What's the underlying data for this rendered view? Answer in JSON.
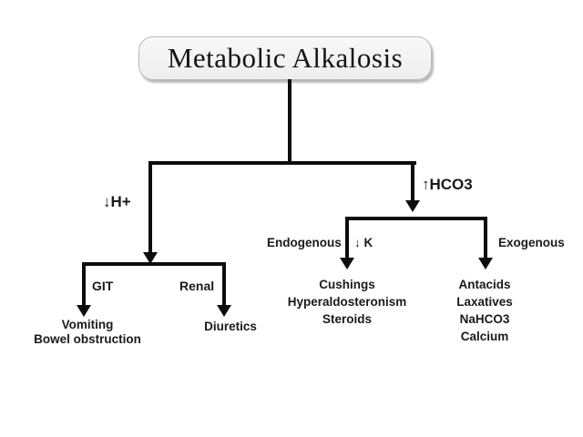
{
  "diagram": {
    "title": "Metabolic Alkalosis",
    "branches": {
      "acid_loss": {
        "arrow": "↓",
        "label": "H+",
        "children": {
          "git": {
            "label": "GIT",
            "items": [
              "Vomiting",
              "Bowel obstruction"
            ]
          },
          "renal": {
            "label": "Renal",
            "items": [
              "Diuretics"
            ]
          }
        }
      },
      "bicarb_gain": {
        "arrow": "↑",
        "label": "HCO3",
        "children": {
          "endogenous": {
            "label": "Endogenous",
            "side_arrow": "↓",
            "side_label": "K",
            "items": [
              "Cushings",
              "Hyperaldosteronism",
              "Steroids"
            ]
          },
          "exogenous": {
            "label": "Exogenous",
            "items": [
              "Antacids",
              "Laxatives",
              "NaHCO3",
              "Calcium"
            ]
          }
        }
      }
    },
    "colors": {
      "line": "#0d0d0d",
      "text": "#1a1a1a",
      "title_box_fill": "#f2f2f2",
      "title_box_border": "#b8b8b8",
      "background": "#ffffff"
    }
  }
}
